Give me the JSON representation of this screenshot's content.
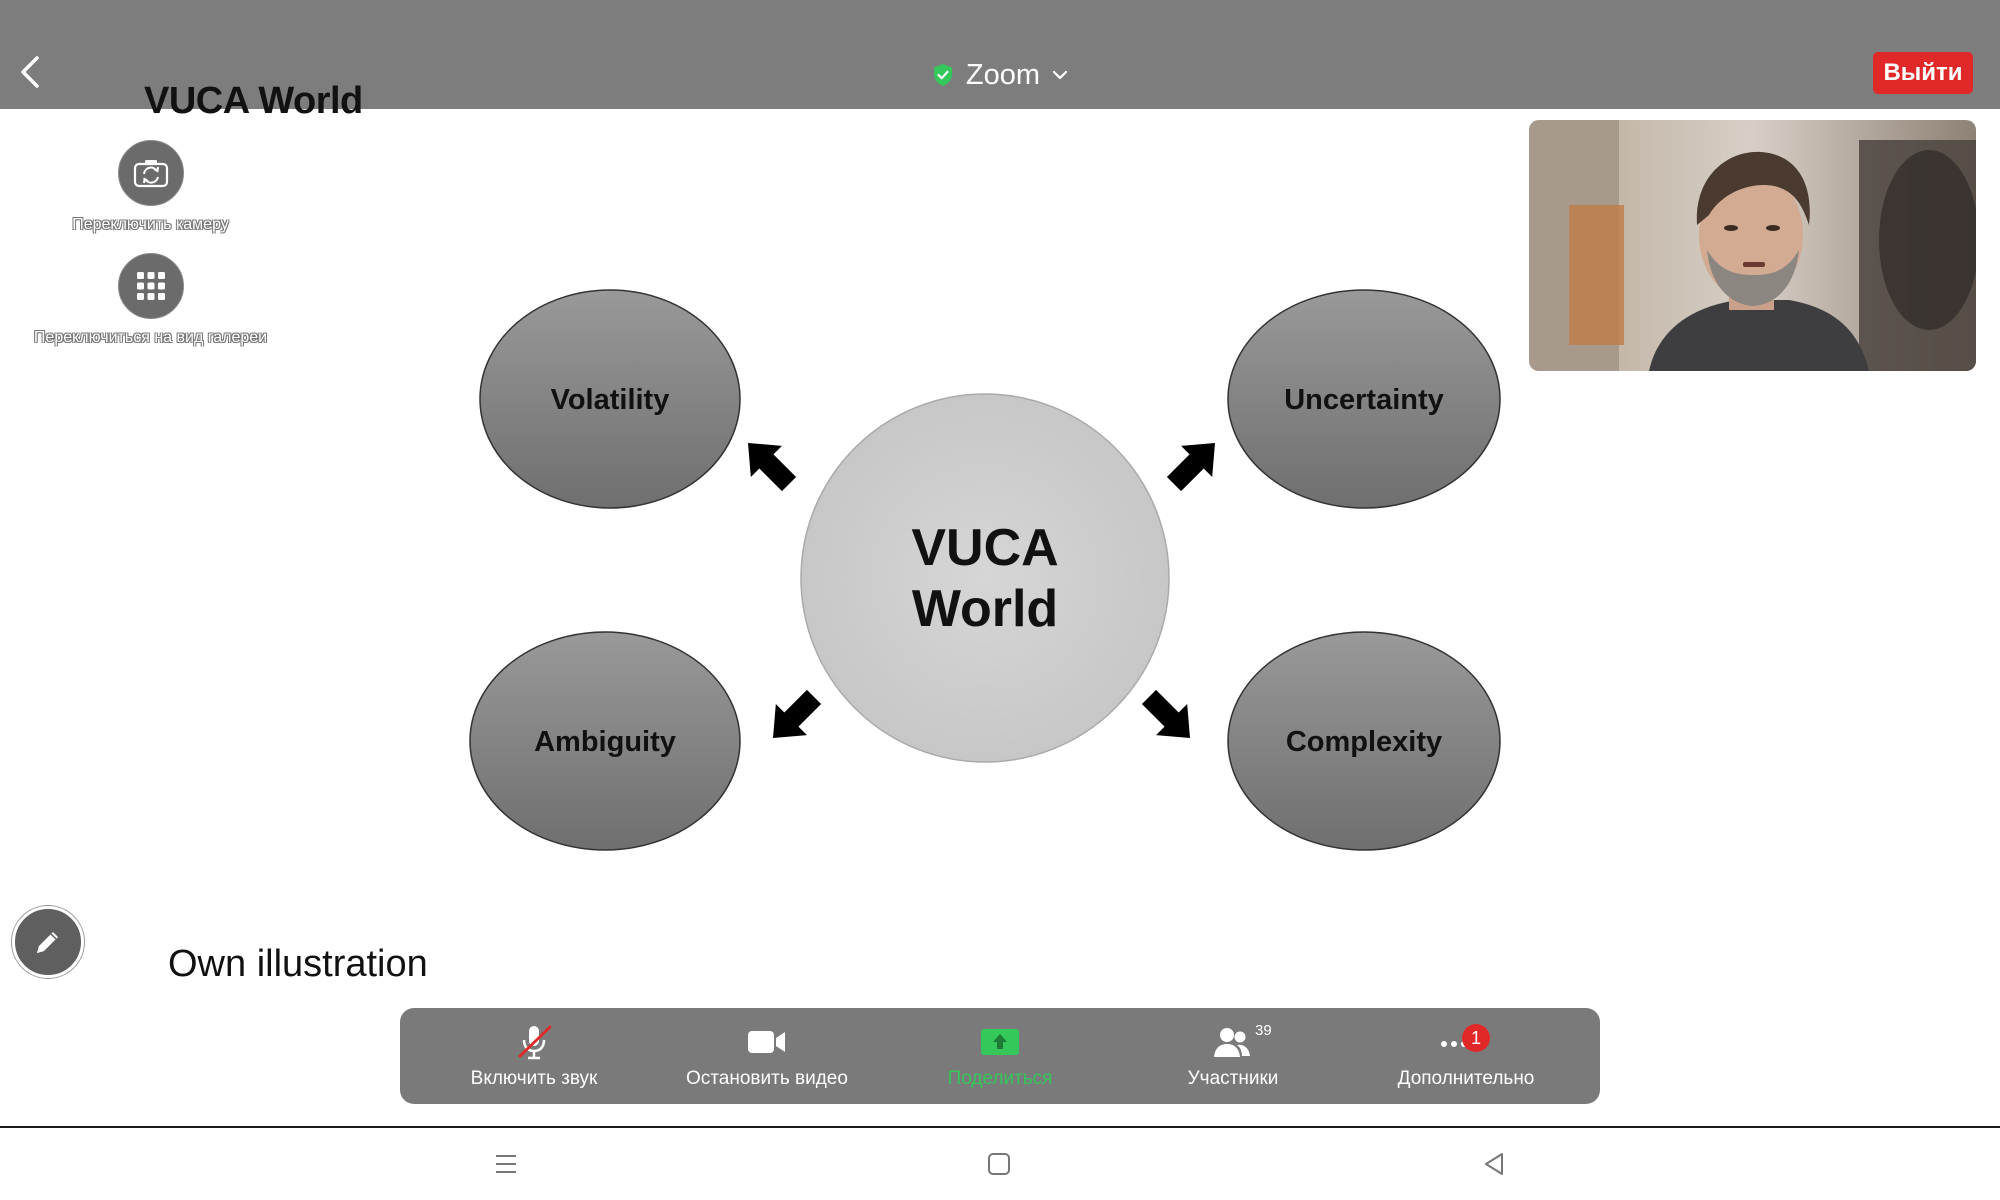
{
  "header": {
    "meeting_title": "Zoom",
    "leave_label": "Выйти",
    "colors": {
      "bar": "#7d7d7d",
      "leave": "#e02828",
      "secure": "#34c759"
    }
  },
  "slide": {
    "title": "VUCA World",
    "caption": "Own illustration",
    "center_line1": "VUCA",
    "center_line2": "World",
    "nodes": {
      "volatility": "Volatility",
      "uncertainty": "Uncertainty",
      "ambiguity": "Ambiguity",
      "complexity": "Complexity"
    }
  },
  "floating_controls": {
    "switch_camera_label": "Переключить камеру",
    "gallery_view_label": "Переключиться на вид галереи"
  },
  "toolbar": {
    "unmute_label": "Включить звук",
    "stop_video_label": "Остановить видео",
    "share_label": "Поделиться",
    "participants_label": "Участники",
    "participants_count": "39",
    "more_label": "Дополнительно",
    "more_badge": "1"
  },
  "icons": {
    "back": "chevron-left-icon",
    "secure": "shield-check-icon",
    "dropdown": "chevron-down-icon",
    "camera_switch": "camera-switch-icon",
    "gallery": "grid-icon",
    "annotate": "pencil-icon",
    "mic": "mic-muted-icon",
    "video": "video-camera-icon",
    "share": "share-screen-icon",
    "participants": "people-icon",
    "more": "more-dots-icon"
  }
}
